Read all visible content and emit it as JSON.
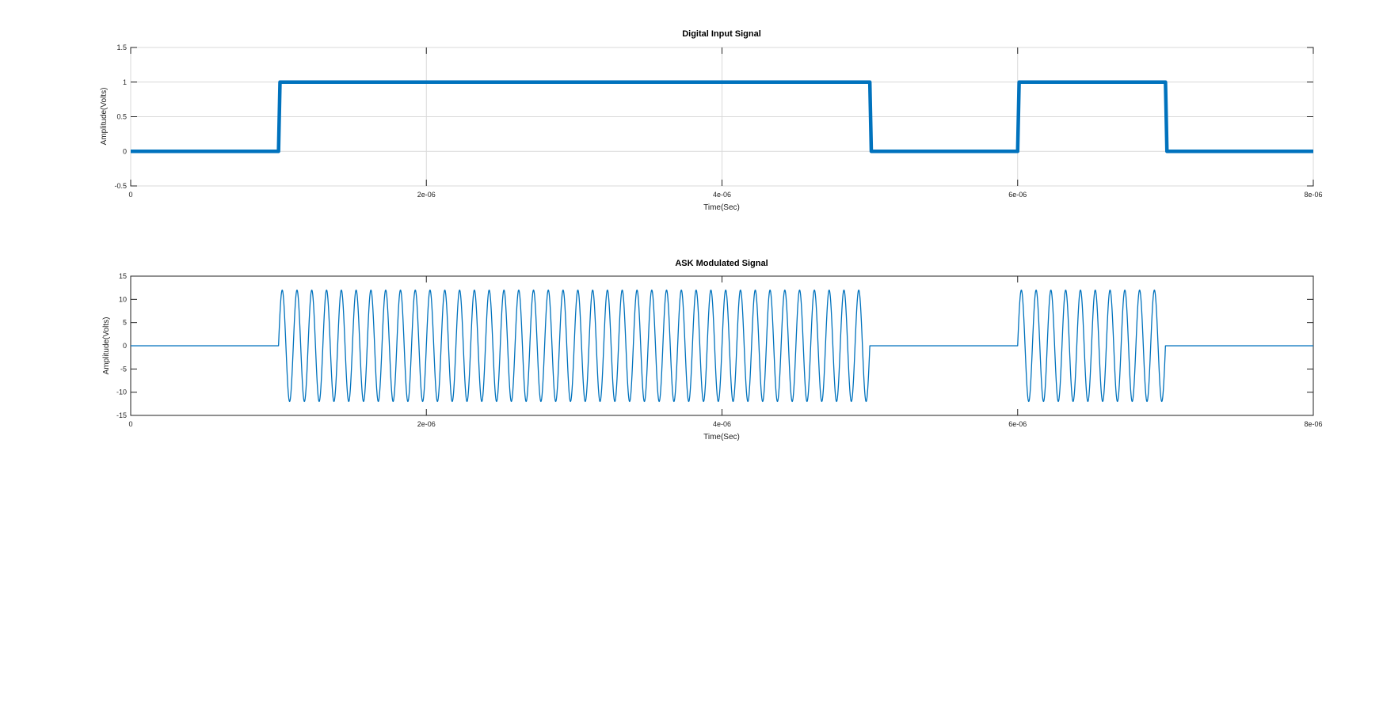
{
  "colors": {
    "series": "#0072BD",
    "frame": "#222222",
    "grid": "#d9d9d9"
  },
  "chart_data": [
    {
      "type": "line",
      "title": "Digital Input Signal",
      "xlabel": "Time(Sec)",
      "ylabel": "Amplitude(Volts)",
      "xlim": [
        0,
        8e-06
      ],
      "ylim": [
        -0.5,
        1.5
      ],
      "xticks": [
        0,
        2e-06,
        4e-06,
        6e-06,
        8e-06
      ],
      "xtick_labels": [
        "0",
        "2e-06",
        "4e-06",
        "6e-06",
        "8e-06"
      ],
      "yticks": [
        -0.5,
        0,
        0.5,
        1,
        1.5
      ],
      "ytick_labels": [
        "-0.5",
        "0",
        "0.5",
        "1",
        "1.5"
      ],
      "grid": true,
      "bits": [
        0,
        1,
        1,
        1,
        1,
        0,
        1,
        0
      ],
      "bit_period": 1e-06,
      "series": [
        {
          "x": [
            0,
            1e-06,
            1.01e-06,
            5e-06,
            5.01e-06,
            6e-06,
            6.01e-06,
            7e-06,
            7.01e-06,
            8e-06
          ],
          "y": [
            0,
            0,
            1,
            1,
            0,
            0,
            1,
            1,
            0,
            0
          ]
        }
      ]
    },
    {
      "type": "line",
      "title": "ASK Modulated Signal",
      "xlabel": "Time(Sec)",
      "ylabel": "Amplitude(Volts)",
      "xlim": [
        0,
        8e-06
      ],
      "ylim": [
        -15,
        15
      ],
      "xticks": [
        0,
        2e-06,
        4e-06,
        6e-06,
        8e-06
      ],
      "xtick_labels": [
        "0",
        "2e-06",
        "4e-06",
        "6e-06",
        "8e-06"
      ],
      "yticks": [
        -15,
        -10,
        -5,
        0,
        5,
        10,
        15
      ],
      "ytick_labels": [
        "-15",
        "-10",
        "-5",
        "0",
        "5",
        "10",
        "15"
      ],
      "grid": false,
      "amplitude": 12,
      "carrier_frequency": 10000000,
      "bits": [
        0,
        1,
        1,
        1,
        1,
        0,
        1,
        0
      ],
      "bit_period": 1e-06
    }
  ]
}
